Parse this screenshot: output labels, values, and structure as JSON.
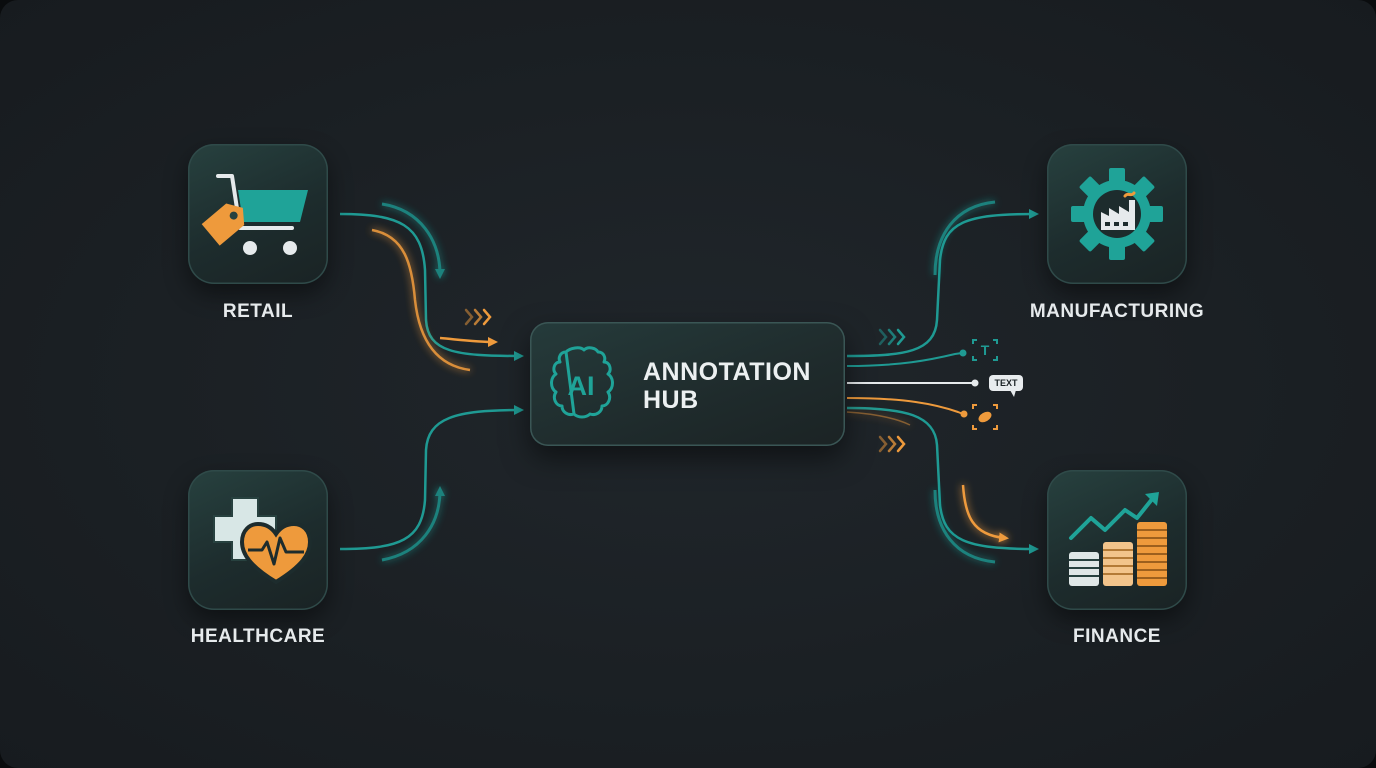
{
  "hub": {
    "line1": "ANNOTATION",
    "line2": "HUB",
    "icon_label": "AI"
  },
  "sources": [
    {
      "label": "RETAIL",
      "icon": "shopping-cart-icon"
    },
    {
      "label": "HEALTHCARE",
      "icon": "medical-heart-icon"
    }
  ],
  "targets": [
    {
      "label": "MANUFACTURING",
      "icon": "factory-gear-icon"
    },
    {
      "label": "FINANCE",
      "icon": "coins-chart-icon"
    }
  ],
  "outputs": {
    "text_tag": "TEXT",
    "image_tag_letter": "T"
  },
  "colors": {
    "teal": "#1f9a93",
    "orange": "#ee9a3c",
    "background": "#1b2024",
    "text": "#e6eaec"
  }
}
